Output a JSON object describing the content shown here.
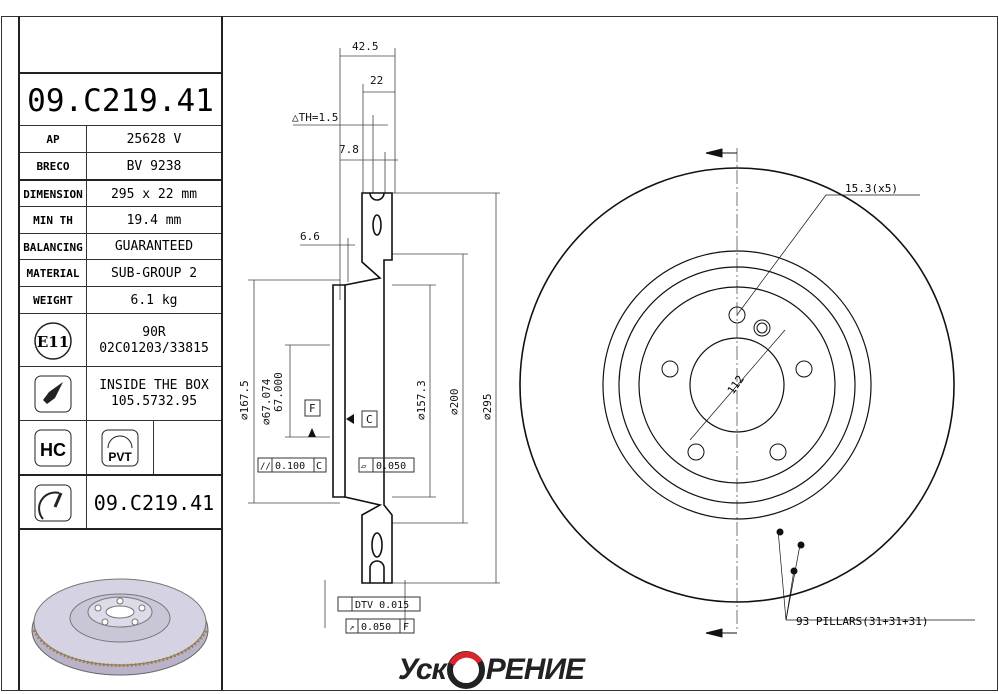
{
  "part_number": "09.C219.41",
  "specs": [
    {
      "label": "AP",
      "value": "25628 V"
    },
    {
      "label": "BRECO",
      "value": "BV 9238"
    },
    {
      "label": "DIMENSION",
      "value": "295 x 22 mm"
    },
    {
      "label": "MIN TH",
      "value": "19.4 mm"
    },
    {
      "label": "BALANCING",
      "value": "GUARANTEED"
    },
    {
      "label": "MATERIAL",
      "value": "SUB-GROUP 2"
    },
    {
      "label": "WEIGHT",
      "value": "6.1 kg"
    }
  ],
  "approval": {
    "badge": "E11",
    "line1": "90R",
    "line2": "02C01203/33815"
  },
  "screws": {
    "line1": "INSIDE THE BOX",
    "line2": "105.5732.95"
  },
  "badges": {
    "hc": "HC",
    "pvt": "PVT"
  },
  "bottom_part_number": "09.C219.41",
  "dims": {
    "d42_5": "42.5",
    "d22": "22",
    "th": "△TH=1.5",
    "d7_8": "7.8",
    "d6_6": "6.6",
    "d167_5": "⌀167.5",
    "d67_074": "⌀67.074",
    "d67_000": "67.000",
    "d157_3": "⌀157.3",
    "d200": "⌀200",
    "d295": "⌀295",
    "datum_f": "F",
    "datum_c": "C",
    "tol1_sym": "//",
    "tol1_val": "0.100",
    "tol1_ref": "C",
    "tol2_sym": "▱",
    "tol2_val": "0.050",
    "dtv": "DTV 0.015",
    "runout_sym": "↗",
    "runout_val": "0.050",
    "runout_ref": "F",
    "holes": "15.3(x5)",
    "pcd": "112",
    "pillars": "93 PILLARS(31+31+31)"
  },
  "logo": {
    "left": "Уск",
    "right": "РЕНИЕ"
  },
  "colors": {
    "logo_red": "#d8262c",
    "line": "#222222"
  }
}
